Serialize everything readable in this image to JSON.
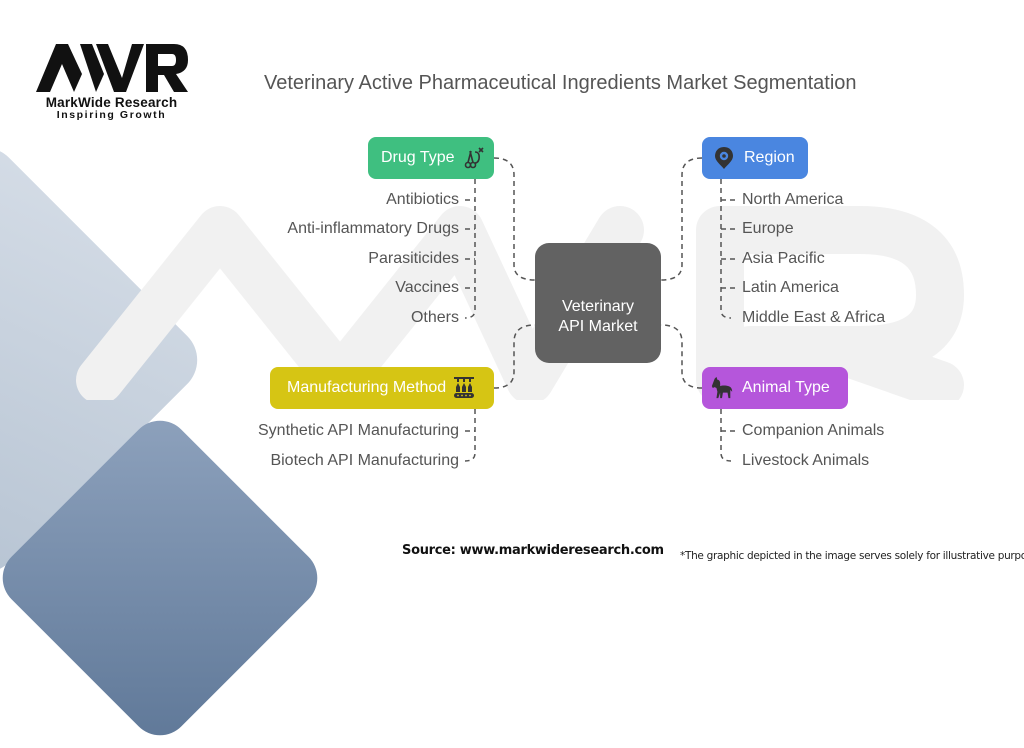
{
  "logo": {
    "mark": "MWR",
    "name": "MarkWide Research",
    "tagline": "Inspiring Growth"
  },
  "title": "Veterinary Active Pharmaceutical Ingredients Market Segmentation",
  "center": {
    "line1": "Veterinary",
    "line2": "API Market",
    "color": "#626262"
  },
  "segments": {
    "drug_type": {
      "label": "Drug Type",
      "icon": "medical-instruments-icon",
      "color": "#3fbf80",
      "items": [
        "Antibiotics",
        "Anti-inflammatory Drugs",
        "Parasiticides",
        "Vaccines",
        "Others"
      ]
    },
    "region": {
      "label": "Region",
      "icon": "location-pin-gear-icon",
      "color": "#4a86e0",
      "items": [
        "North America",
        "Europe",
        "Asia Pacific",
        "Latin America",
        "Middle East & Africa"
      ]
    },
    "manufacturing_method": {
      "label": "Manufacturing Method",
      "icon": "production-line-icon",
      "color": "#d6c514",
      "items": [
        "Synthetic API Manufacturing",
        "Biotech API Manufacturing"
      ]
    },
    "animal_type": {
      "label": "Animal Type",
      "icon": "horse-icon",
      "color": "#b556db",
      "items": [
        "Companion Animals",
        "Livestock Animals"
      ]
    }
  },
  "footer": {
    "source": "Source: www.markwideresearch.com",
    "disclaimer": "*The graphic depicted in the image serves solely for illustrative purposes"
  }
}
